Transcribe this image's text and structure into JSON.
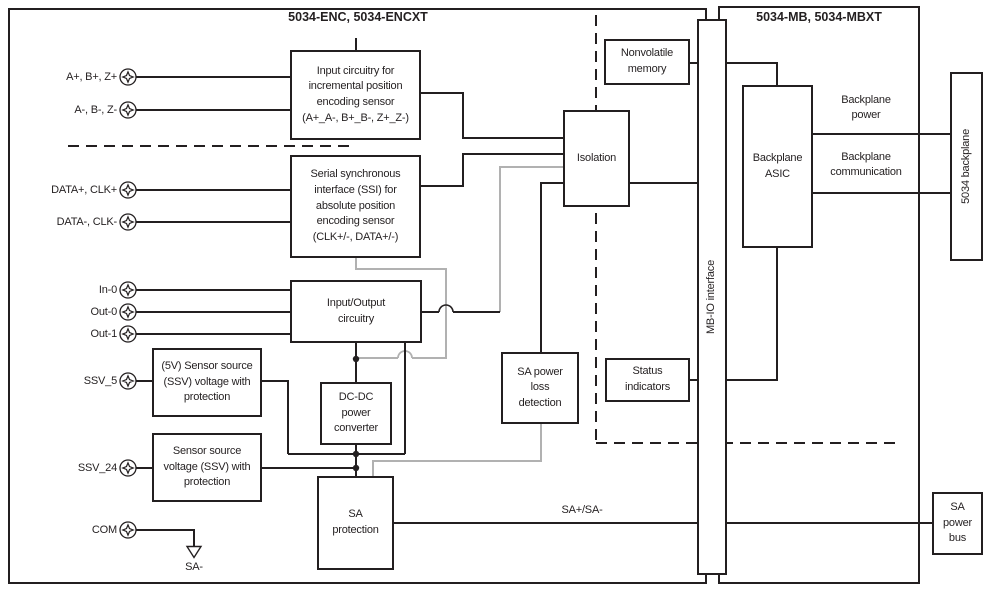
{
  "diagram": {
    "enc_title": "5034-ENC, 5034-ENCXT",
    "mb_title": "5034-MB, 5034-MBXT"
  },
  "blocks": {
    "input_circuitry": "Input circuitry for\nincremental position\nencoding sensor\n(A+_A-, B+_B-, Z+_Z-)",
    "ssi": "Serial synchronous\ninterface (SSI) for\nabsolute position\nencoding sensor\n(CLK+/-, DATA+/-)",
    "io": "Input/Output\ncircuitry",
    "sensor_5v": "(5V) Sensor source\n(SSV) voltage with\nprotection",
    "sensor_ssv": "Sensor source\nvoltage (SSV) with\nprotection",
    "dcdc": "DC-DC\npower\nconverter",
    "sa_protection": "SA\nprotection",
    "sa_power_loss": "SA power\nloss\ndetection",
    "isolation": "Isolation",
    "nonvolatile_memory": "Nonvolatile\nmemory",
    "status_indicators": "Status\nindicators",
    "backplane_asic": "Backplane\nASIC",
    "mbio_interface": "MB-IO interface",
    "backplane_5034": "5034 backplane",
    "sa_power_bus": "SA\npower\nbus"
  },
  "terminals": [
    {
      "label": "A+, B+, Z+",
      "icon": "screw-terminal"
    },
    {
      "label": "A-, B-, Z-",
      "icon": "screw-terminal"
    },
    {
      "label": "DATA+, CLK+",
      "icon": "screw-terminal"
    },
    {
      "label": "DATA-, CLK-",
      "icon": "screw-terminal"
    },
    {
      "label": "In-0",
      "icon": "screw-terminal"
    },
    {
      "label": "Out-0",
      "icon": "screw-terminal"
    },
    {
      "label": "Out-1",
      "icon": "screw-terminal"
    },
    {
      "label": "SSV_5",
      "icon": "screw-terminal"
    },
    {
      "label": "SSV_24",
      "icon": "screw-terminal"
    },
    {
      "label": "COM",
      "icon": "screw-terminal"
    }
  ],
  "wire_labels": {
    "backplane_power": "Backplane\npower",
    "backplane_communication": "Backplane\ncommunication",
    "sa_pair": "SA+/SA-",
    "sa_minus": "SA-"
  },
  "colors": {
    "line": "#231f20",
    "grey_wire": "#b1b1b1",
    "background": "#ffffff"
  }
}
